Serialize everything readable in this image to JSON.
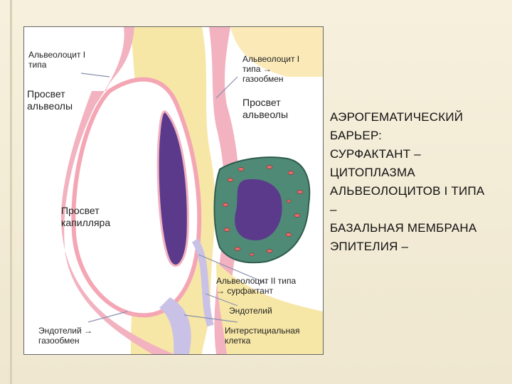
{
  "figure": {
    "labels": {
      "alveolocyte_i_left": "Альвеолоцит I\nтипа",
      "alveolocyte_i_right": "Альвеолоцит I\nтипа → \nгазообмен",
      "alveolus_lumen_left": "Просвет\nальвеолы",
      "alveolus_lumen_right": "Просвет\nальвеолы",
      "capillary_lumen": "Просвет\nкапилляра",
      "alveolocyte_ii": "Альвеолоцит II типа\n→ сурфактант",
      "endothelium": "Эндотелий",
      "endothelium_gas": "Эндотелий →\nгазообмен",
      "interstitial_cell": "Интерстициальная\nклетка"
    },
    "colors": {
      "alveolar_wall": "#f2b2c0",
      "cell_nucleus": "#5b3a8c",
      "interstitium": "#f7e7a6",
      "type_ii_cell": "#4f8a77",
      "capillary_endothelium": "#f4a6b4"
    }
  },
  "title_lines": [
    "АЭРОГЕМАТИЧЕСКИЙ",
    "БАРЬЕР:",
    "СУРФАКТАНТ –",
    "ЦИТОПЛАЗМА",
    "АЛЬВЕОЛОЦИТОВ I ТИПА",
    "–",
    "БАЗАЛЬНАЯ МЕМБРАНА",
    "ЭПИТЕЛИЯ –"
  ]
}
